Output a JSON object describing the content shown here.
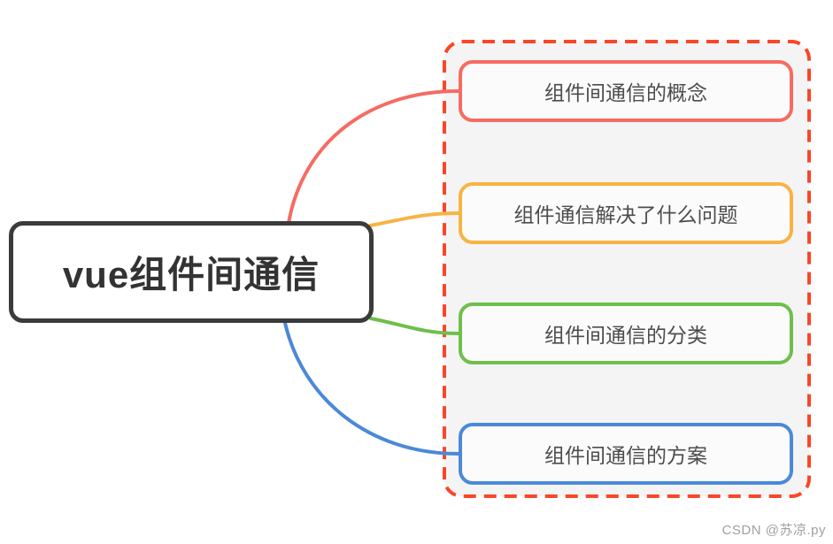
{
  "main_node": {
    "label": "vue组件间通信"
  },
  "branches": [
    {
      "label": "组件间通信的概念"
    },
    {
      "label": "组件通信解决了什么问题"
    },
    {
      "label": "组件间通信的分类"
    },
    {
      "label": "组件间通信的方案"
    }
  ],
  "watermark": {
    "text": "CSDN @苏凉.py"
  },
  "colors": {
    "red": "#f56c62",
    "orange": "#f8b342",
    "green": "#6ebf4b",
    "blue": "#4b89d8",
    "dashed_border": "#fa4628",
    "main_border": "#3b3b3b",
    "group_bg": "#f4f4f5",
    "node_bg": "#fbfbfb",
    "text": "#4d4d4d",
    "main_text": "#333333",
    "watermark": "#a0a0a0"
  }
}
